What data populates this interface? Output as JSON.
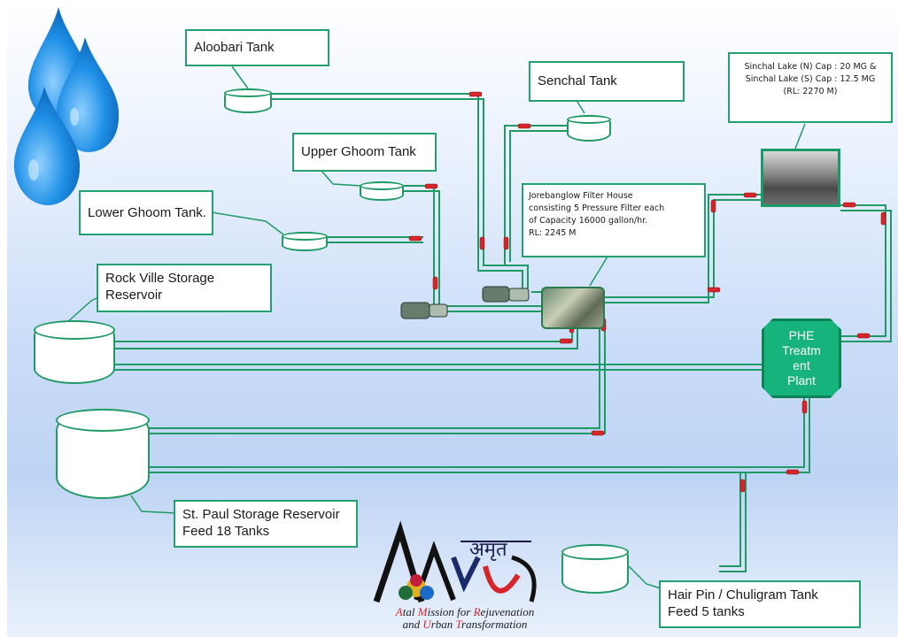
{
  "labels": {
    "aloobari": "Aloobari Tank",
    "senchal": "Senchal Tank",
    "upper_ghoom": "Upper Ghoom Tank",
    "lower_ghoom": "Lower Ghoom Tank.",
    "rock_ville": [
      "Rock Ville Storage",
      "Reservoir"
    ],
    "st_paul": [
      "St. Paul Storage Reservoir",
      "Feed 18 Tanks"
    ],
    "hair_pin": [
      "Hair Pin / Chuligram Tank",
      "Feed  5 tanks"
    ],
    "sinchal": [
      "Sinchal Lake (N) Cap : 20  MG &",
      "Sinchal Lake (S) Cap : 12.5  MG",
      "(RL: 2270  M)"
    ],
    "filter_house": [
      "Jorebanglow  Filter House",
      "consisting 5 Pressure Filter each",
      "of Capacity  16000  gallon/hr.",
      " RL: 2245  M"
    ],
    "phe_plant": [
      "PHE",
      "Treatm",
      "ent",
      "Plant"
    ]
  },
  "logo": {
    "hindi": "अमृत",
    "line1": [
      "A",
      "tal ",
      "M",
      "ission for ",
      "R",
      "ejuvenation"
    ],
    "line2": [
      "and ",
      "U",
      "rban ",
      "T",
      "ransformation"
    ]
  },
  "colors": {
    "pipe": "#1f9a64",
    "valve": "#d7262b",
    "plant": "#17b37c",
    "drop": "#1e8fe6"
  }
}
